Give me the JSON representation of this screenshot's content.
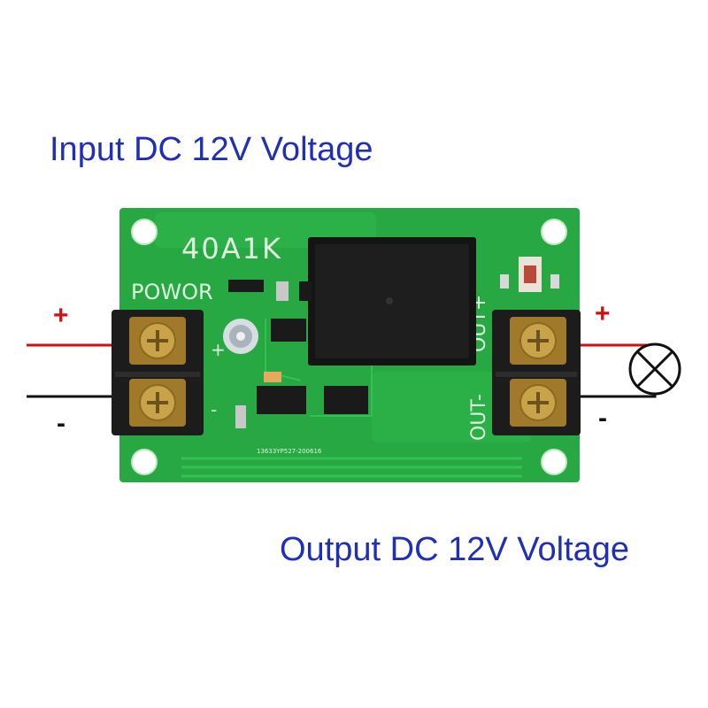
{
  "captions": {
    "input": "Input DC 12V Voltage",
    "output": "Output DC 12V Voltage"
  },
  "board": {
    "model": "40A1K",
    "power_label": "POWOR",
    "out_plus_label": "OUT+",
    "out_minus_label": "OUT-",
    "serial": "13633YP527-200616"
  },
  "signs": {
    "in_plus": "+",
    "in_minus": "-",
    "out_plus": "+",
    "out_minus": "-"
  },
  "colors": {
    "caption": "#1f2fb8",
    "pcb": "#27a843",
    "wire_positive": "#d01010",
    "wire_negative": "#111111",
    "terminal": "#1c1c1c",
    "screw": "#c9a34a"
  }
}
